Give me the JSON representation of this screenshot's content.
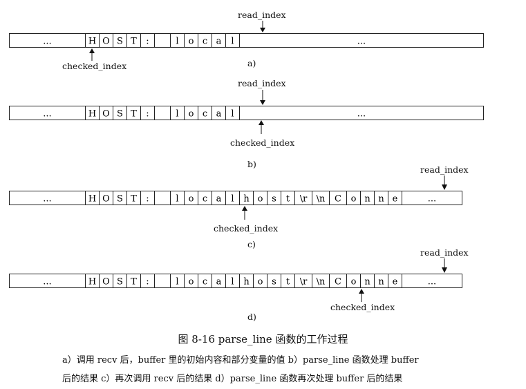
{
  "rows": [
    {
      "id": "a",
      "cells": [
        "...",
        "H",
        "O",
        "S",
        "T",
        ":",
        "",
        "l",
        "o",
        "c",
        "a",
        "l",
        "..."
      ],
      "read_index_label": "read_index",
      "checked_index_label": "checked_index",
      "sub_label": "a)"
    },
    {
      "id": "b",
      "cells": [
        "...",
        "H",
        "O",
        "S",
        "T",
        ":",
        "",
        "l",
        "o",
        "c",
        "a",
        "l",
        "..."
      ],
      "read_index_label": "read_index",
      "checked_index_label": "checked_index",
      "sub_label": "b)"
    },
    {
      "id": "c",
      "cells": [
        "...",
        "H",
        "O",
        "S",
        "T",
        ":",
        "",
        "l",
        "o",
        "c",
        "a",
        "l",
        "h",
        "o",
        "s",
        "t",
        "\\r",
        "\\n",
        "C",
        "o",
        "n",
        "n",
        "e",
        "..."
      ],
      "read_index_label": "read_index",
      "checked_index_label": "checked_index",
      "sub_label": "c)"
    },
    {
      "id": "d",
      "cells": [
        "...",
        "H",
        "O",
        "S",
        "T",
        ":",
        "",
        "l",
        "o",
        "c",
        "a",
        "l",
        "h",
        "o",
        "s",
        "t",
        "\\r",
        "\\n",
        "C",
        "o",
        "n",
        "n",
        "e",
        "..."
      ],
      "read_index_label": "read_index",
      "checked_index_label": "checked_index",
      "sub_label": "d)"
    }
  ],
  "figure_title": "图 8-16   parse_line 函数的工作过程",
  "caption_line1": "a）调用 recv 后，buffer 里的初始内容和部分变量的值   b）parse_line 函数处理 buffer",
  "caption_line2": "后的结果   c）再次调用 recv 后的结果   d）parse_line 函数再次处理 buffer 后的结果"
}
